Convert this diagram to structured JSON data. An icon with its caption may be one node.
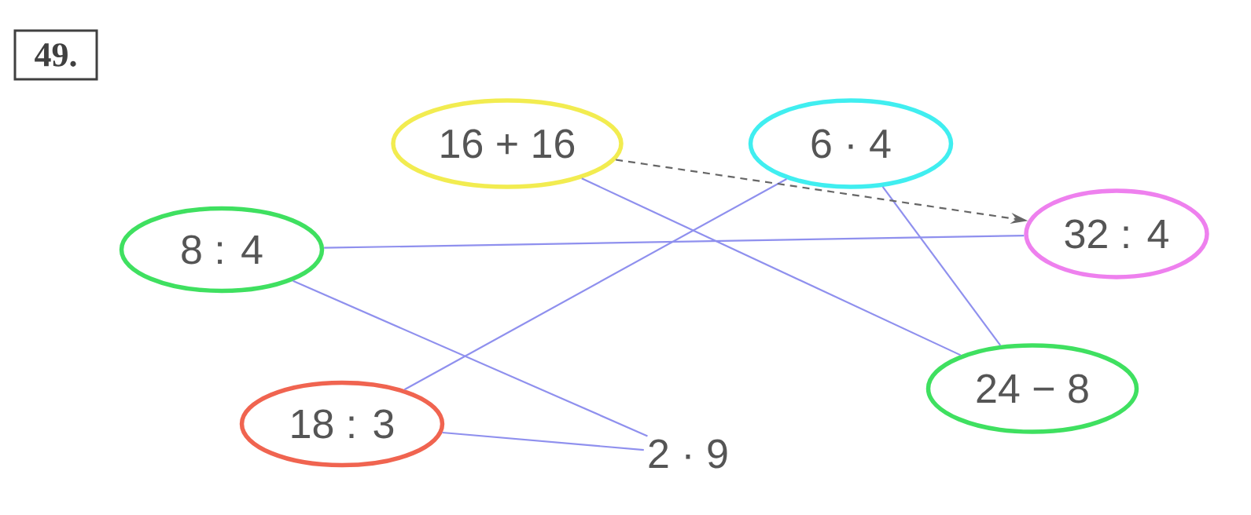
{
  "diagram": {
    "nodes": [
      {
        "text": [
          "49."
        ]
      },
      {
        "text": [
          "16 + 16"
        ]
      },
      {
        "text": [
          "6 · 4"
        ]
      },
      {
        "text": [
          "8 : 4"
        ]
      },
      {
        "text": [
          "32 : 4"
        ]
      },
      {
        "text": [
          "18 : 3"
        ]
      },
      {
        "text": [
          "24 − 8"
        ]
      },
      {
        "text": [
          "2 · 9"
        ]
      }
    ],
    "edges": [
      {
        "from": 1,
        "to": 6,
        "arrow": "none"
      },
      {
        "from": 2,
        "to": 5,
        "arrow": "none"
      },
      {
        "from": 2,
        "to": 6,
        "arrow": "none"
      },
      {
        "from": 3,
        "to": 4,
        "arrow": "none"
      },
      {
        "from": 3,
        "to": 7,
        "arrow": "none"
      },
      {
        "from": 5,
        "to": 7,
        "arrow": "none"
      },
      {
        "from": 1,
        "to": 4,
        "arrow": "to",
        "style": "dashed",
        "color": "#666666"
      }
    ]
  }
}
